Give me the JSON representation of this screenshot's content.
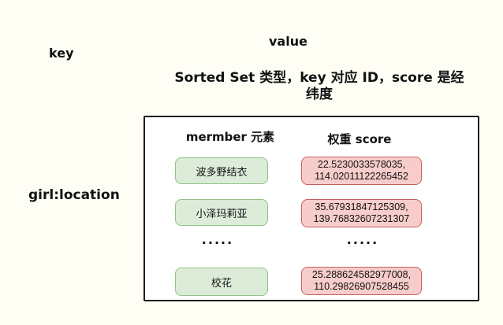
{
  "labels": {
    "key": "key",
    "value": "value",
    "row_key": "girl:location"
  },
  "annotation": {
    "line1": "Sorted Set 类型，key 对应 ID，score 是经",
    "line2": "纬度"
  },
  "table": {
    "headers": {
      "member": "mermber 元素",
      "score": "权重 score"
    },
    "rows": [
      {
        "member": "波多野结衣",
        "score": "22.5230033578035,\n114.02011122265452"
      },
      {
        "member": "小泽玛莉亚",
        "score": "35.67931847125309,\n139.76832607231307"
      },
      {
        "member": ".....",
        "score": "....."
      },
      {
        "member": "校花",
        "score": "25.288624582977008,\n110.29826907528455"
      }
    ]
  },
  "colors": {
    "background": "#fffef4",
    "table_background": "#ffffff",
    "table_border": "#1c1c1c",
    "member_fill": "#dcecd9",
    "member_border": "#93c187",
    "score_fill": "#f6cdcb",
    "score_border": "#c5615e",
    "text": "#111111"
  }
}
